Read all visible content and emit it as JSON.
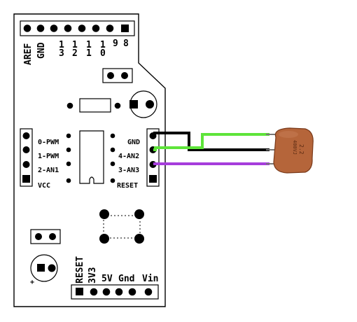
{
  "top_header": {
    "pin_labels_rotated": [
      "AREF",
      "GND"
    ],
    "pin_labels_digits": [
      "13",
      "12",
      "11",
      "10",
      "9",
      "8"
    ]
  },
  "left_header": {
    "labels": [
      "0-PWM",
      "1-PWM",
      "2-AN1",
      "VCC"
    ]
  },
  "right_header": {
    "labels": [
      "GND",
      "4-AN2",
      "3-AN3",
      "RESET"
    ]
  },
  "bottom_header": {
    "labels_rotated": [
      "RESET",
      "3V3"
    ],
    "labels_horizontal": [
      "5V",
      "Gnd",
      "Vin"
    ]
  },
  "capacitor": {
    "marking": [
      "2.2",
      "400VJ"
    ],
    "body_color": "#b5653a"
  },
  "wires": {
    "gnd_color": "#000000",
    "an2_color": "#5ee43a",
    "an3_color": "#a63ddc"
  },
  "polarity_mark": "+"
}
